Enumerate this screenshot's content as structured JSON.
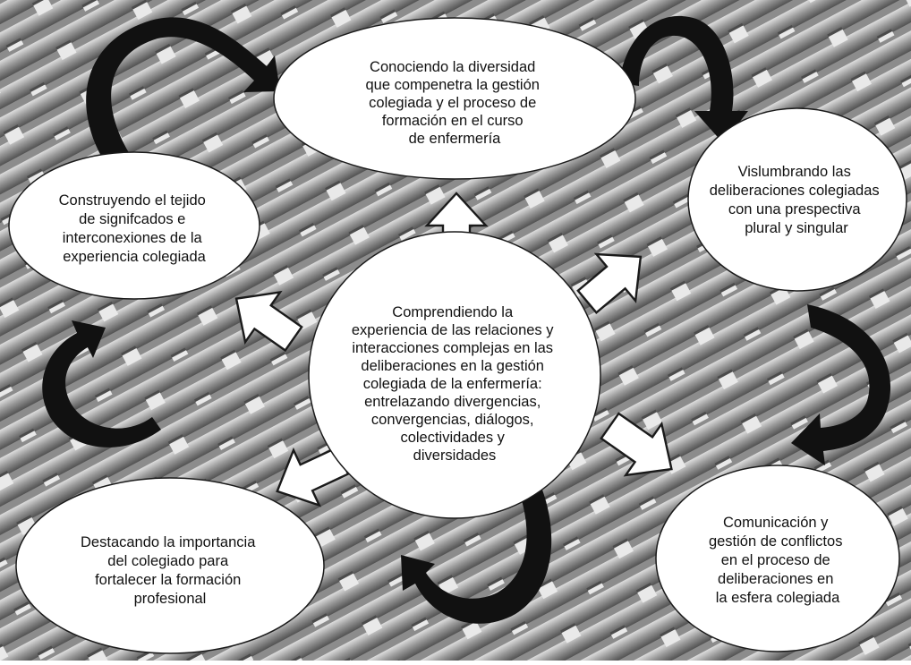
{
  "center": {
    "lines": [
      "Comprendiendo la",
      "experiencia de las relaciones y",
      "interacciones complejas en las",
      "deliberaciones en la gestión",
      "colegiada de la enfermería:",
      "entrelazando divergencias,",
      "convergencias, diálogos,",
      "colectividades y",
      "diversidades"
    ]
  },
  "nodes": [
    {
      "id": "top",
      "lines": [
        "Conociendo la diversidad",
        "que compenetra la gestión",
        "colegiada y el proceso de",
        "formación en el curso",
        "de enfermería"
      ]
    },
    {
      "id": "right",
      "lines": [
        "Vislumbrando las",
        "deliberaciones colegiadas",
        "con una prespectiva",
        "plural y singular"
      ]
    },
    {
      "id": "bottom-right",
      "lines": [
        "Comunicación y",
        "gestión de conflictos",
        "en el proceso de",
        "deliberaciones en",
        "la esfera colegiada"
      ]
    },
    {
      "id": "bottom-left",
      "lines": [
        "Destacando la importancia",
        "del colegiado para",
        "fortalecer la formación",
        "profesional"
      ]
    },
    {
      "id": "left",
      "lines": [
        "Construyendo el tejido",
        "de signifcados e",
        "interconexiones de la",
        "experiencia colegiada"
      ]
    }
  ],
  "colors": {
    "node_fill": "#ffffff",
    "node_stroke": "#1a1a1a",
    "text": "#111111",
    "curved_arrow": "#111111",
    "block_arrow_fill": "#ffffff",
    "block_arrow_stroke": "#1a1a1a",
    "background": "woven-texture-gray"
  }
}
